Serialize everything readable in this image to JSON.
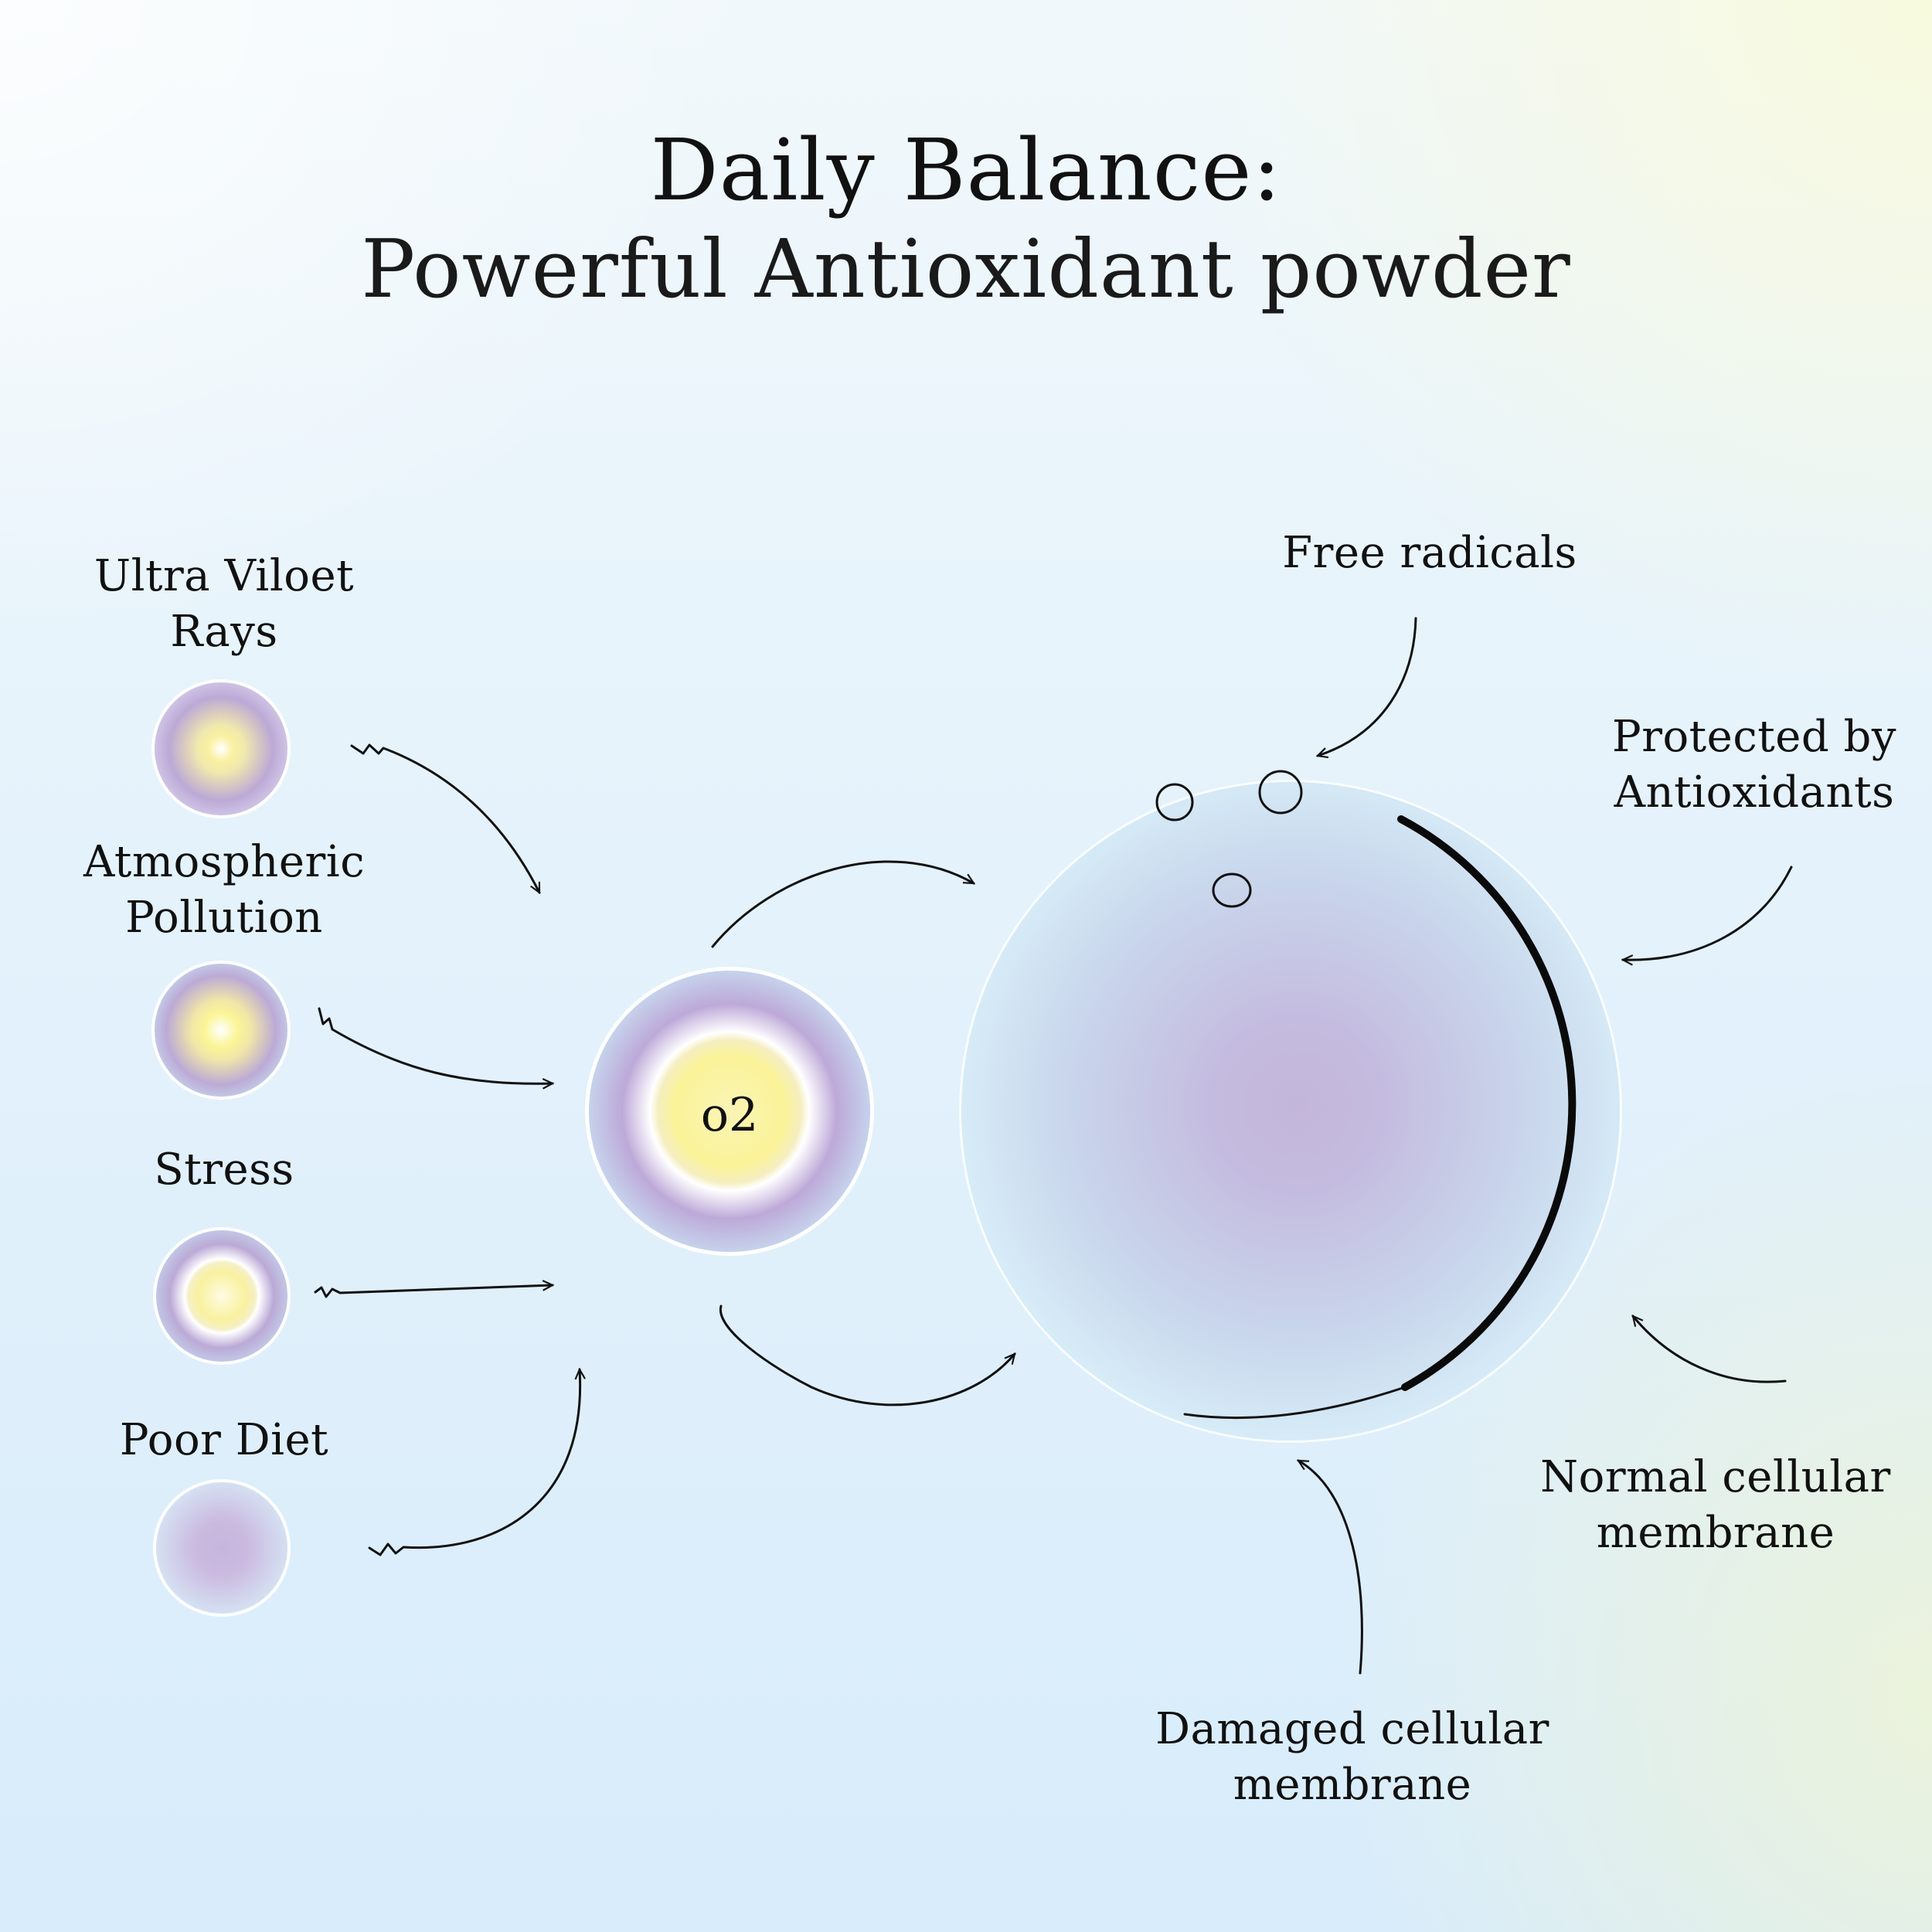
{
  "title": {
    "line1": "Daily Balance:",
    "line2": "Powerful Antioxidant powder"
  },
  "sources": [
    {
      "label": "Ultra Viloet\nRays"
    },
    {
      "label": "Atmospheric\nPollution"
    },
    {
      "label": "Stress"
    },
    {
      "label": "Poor Diet"
    }
  ],
  "center": {
    "label": "o2"
  },
  "cell_labels": {
    "free_radicals": "Free radicals",
    "protected": "Protected by\nAntioxidants",
    "normal_membrane": "Normal cellular\nmembrane",
    "damaged_membrane": "Damaged cellular\nmembrane"
  },
  "colors": {
    "lavender": "#bca9d6",
    "pale_yellow": "#f9f19f",
    "sky_blue": "#d8ecfb",
    "line": "#111111"
  }
}
